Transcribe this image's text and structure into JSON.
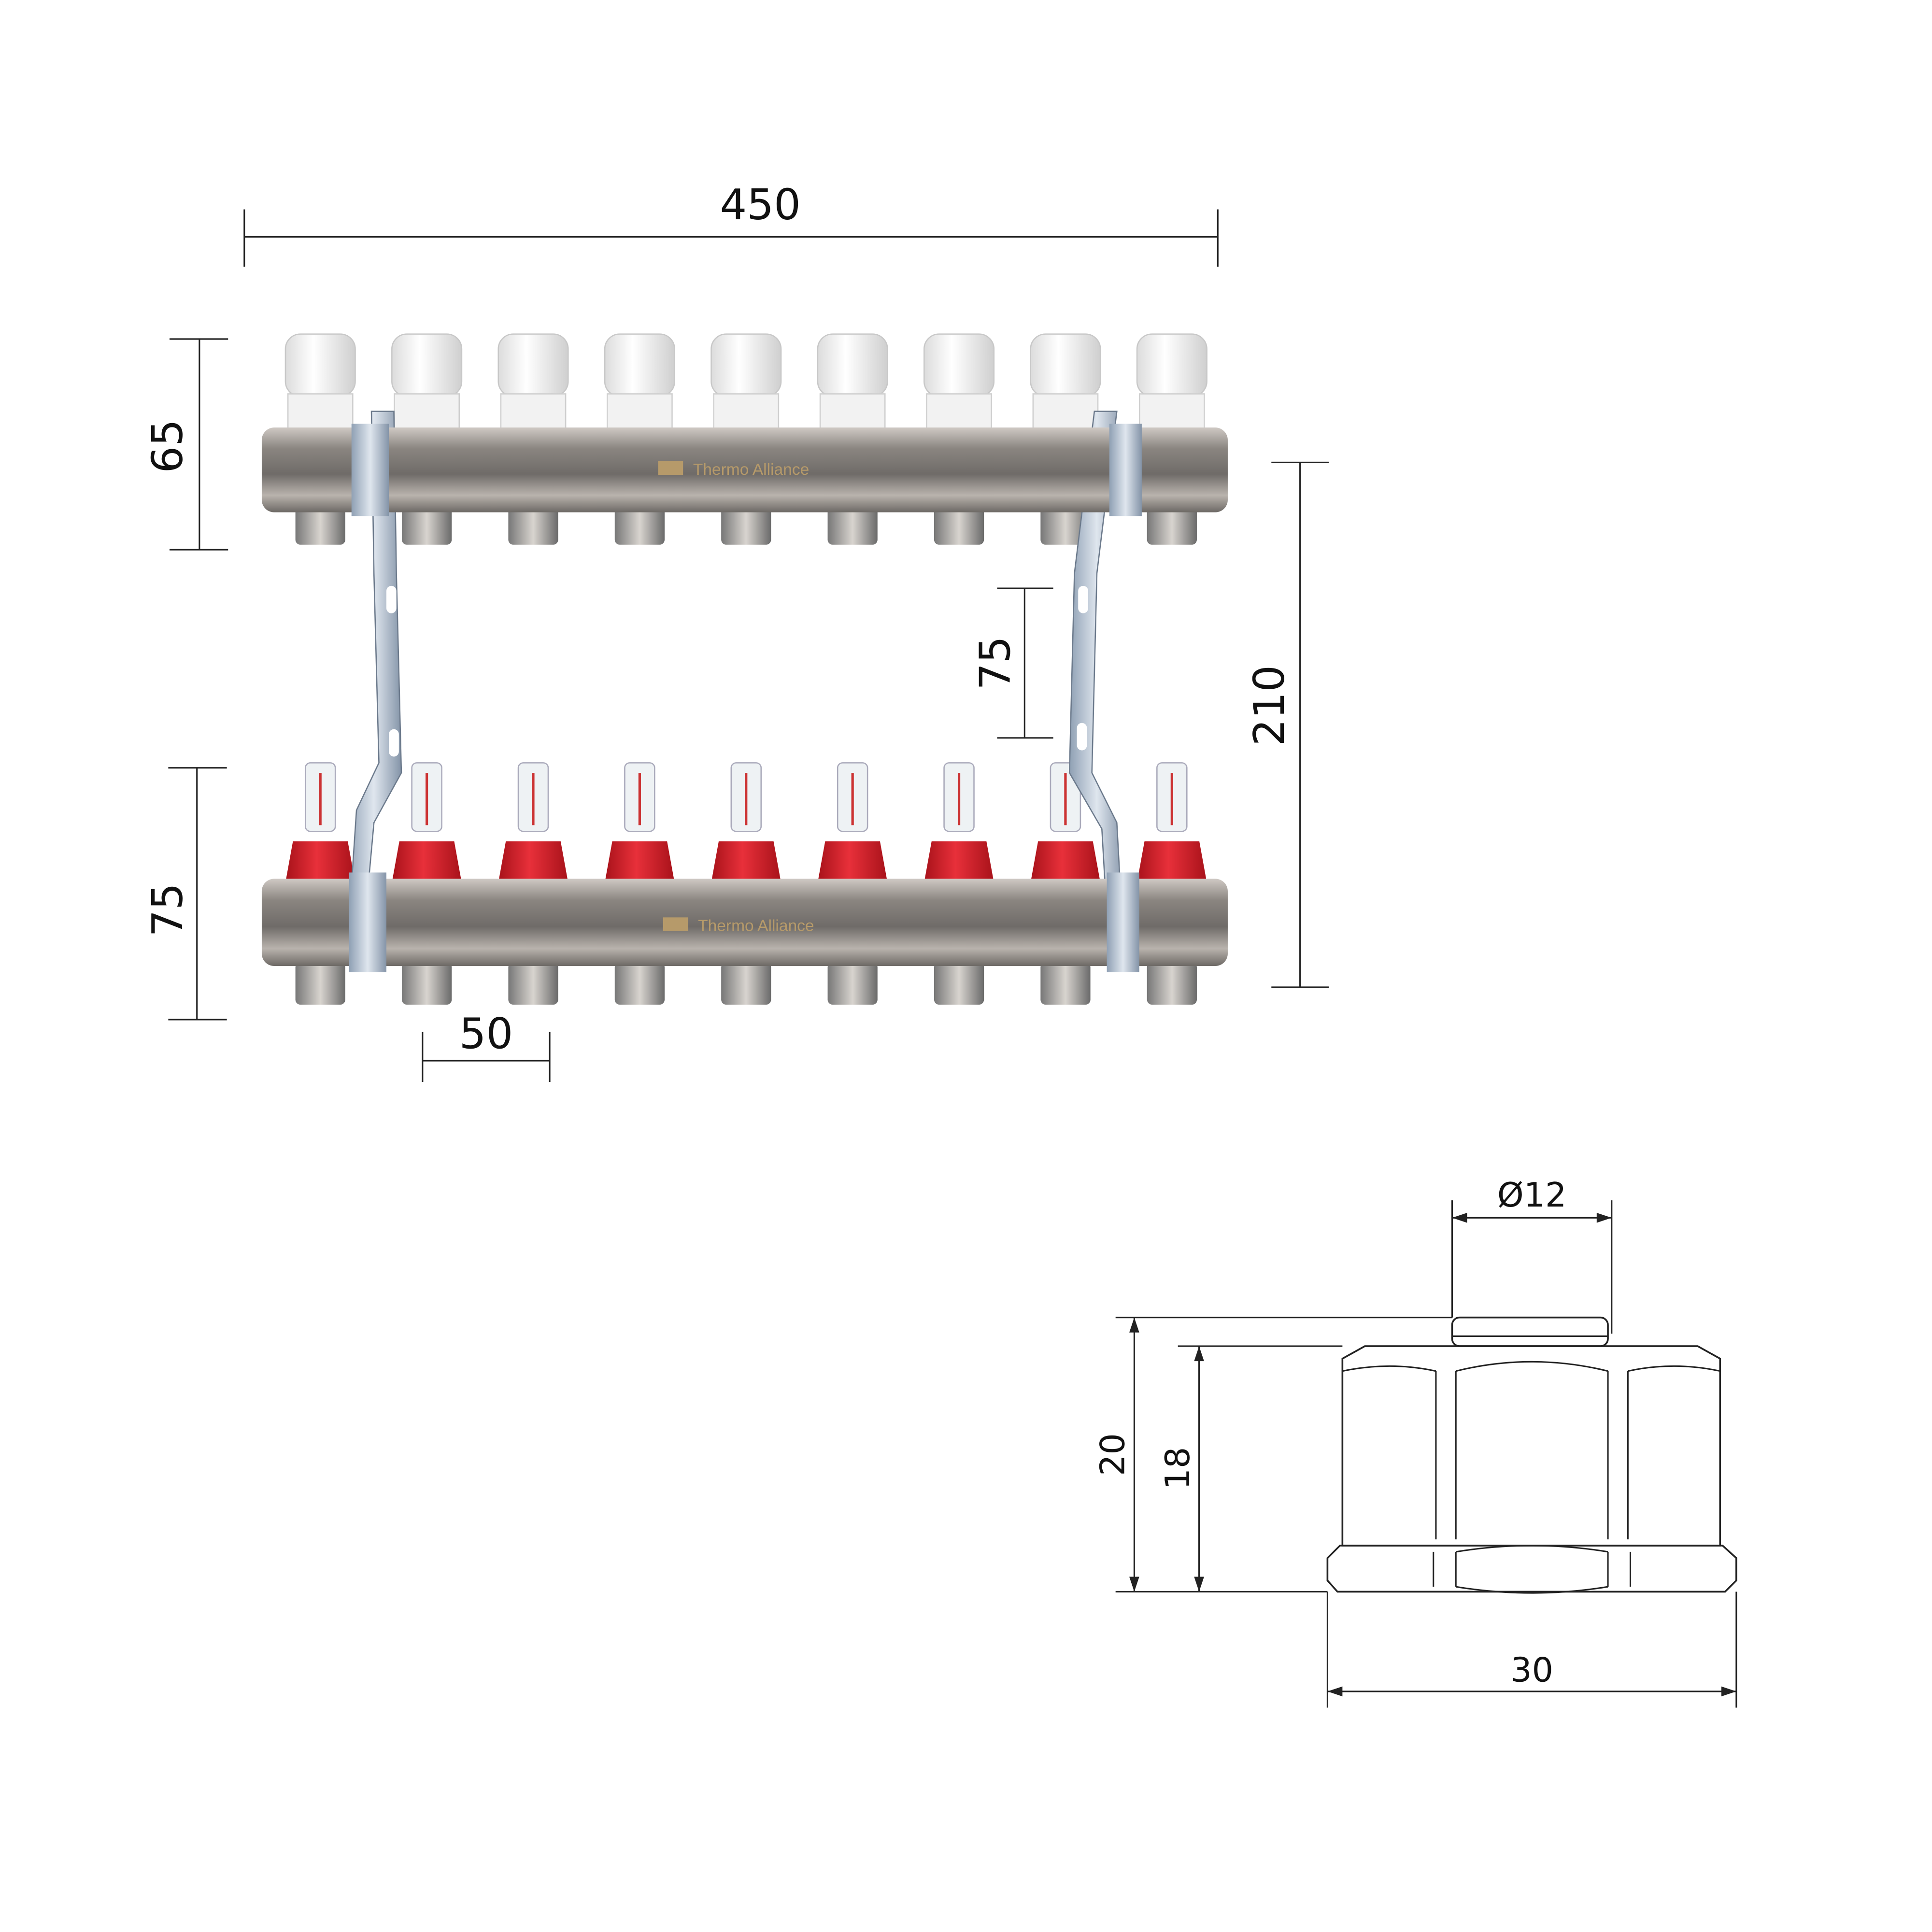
{
  "brand": "Thermo Alliance",
  "dimensions": {
    "overall_width": "450",
    "top_height": "65",
    "bottom_height": "75",
    "bar_gap": "75",
    "total_height": "210",
    "port_spacing": "50",
    "fitting_diameter": "Ø12",
    "fitting_height_total": "20",
    "fitting_height_body": "18",
    "fitting_width": "30"
  },
  "ports": 9,
  "colors": {
    "flow_red": "#d8202a",
    "cap_white": "#f3f3f3",
    "steel": "#8e8a86",
    "brand_gold": "#b69a6a"
  }
}
